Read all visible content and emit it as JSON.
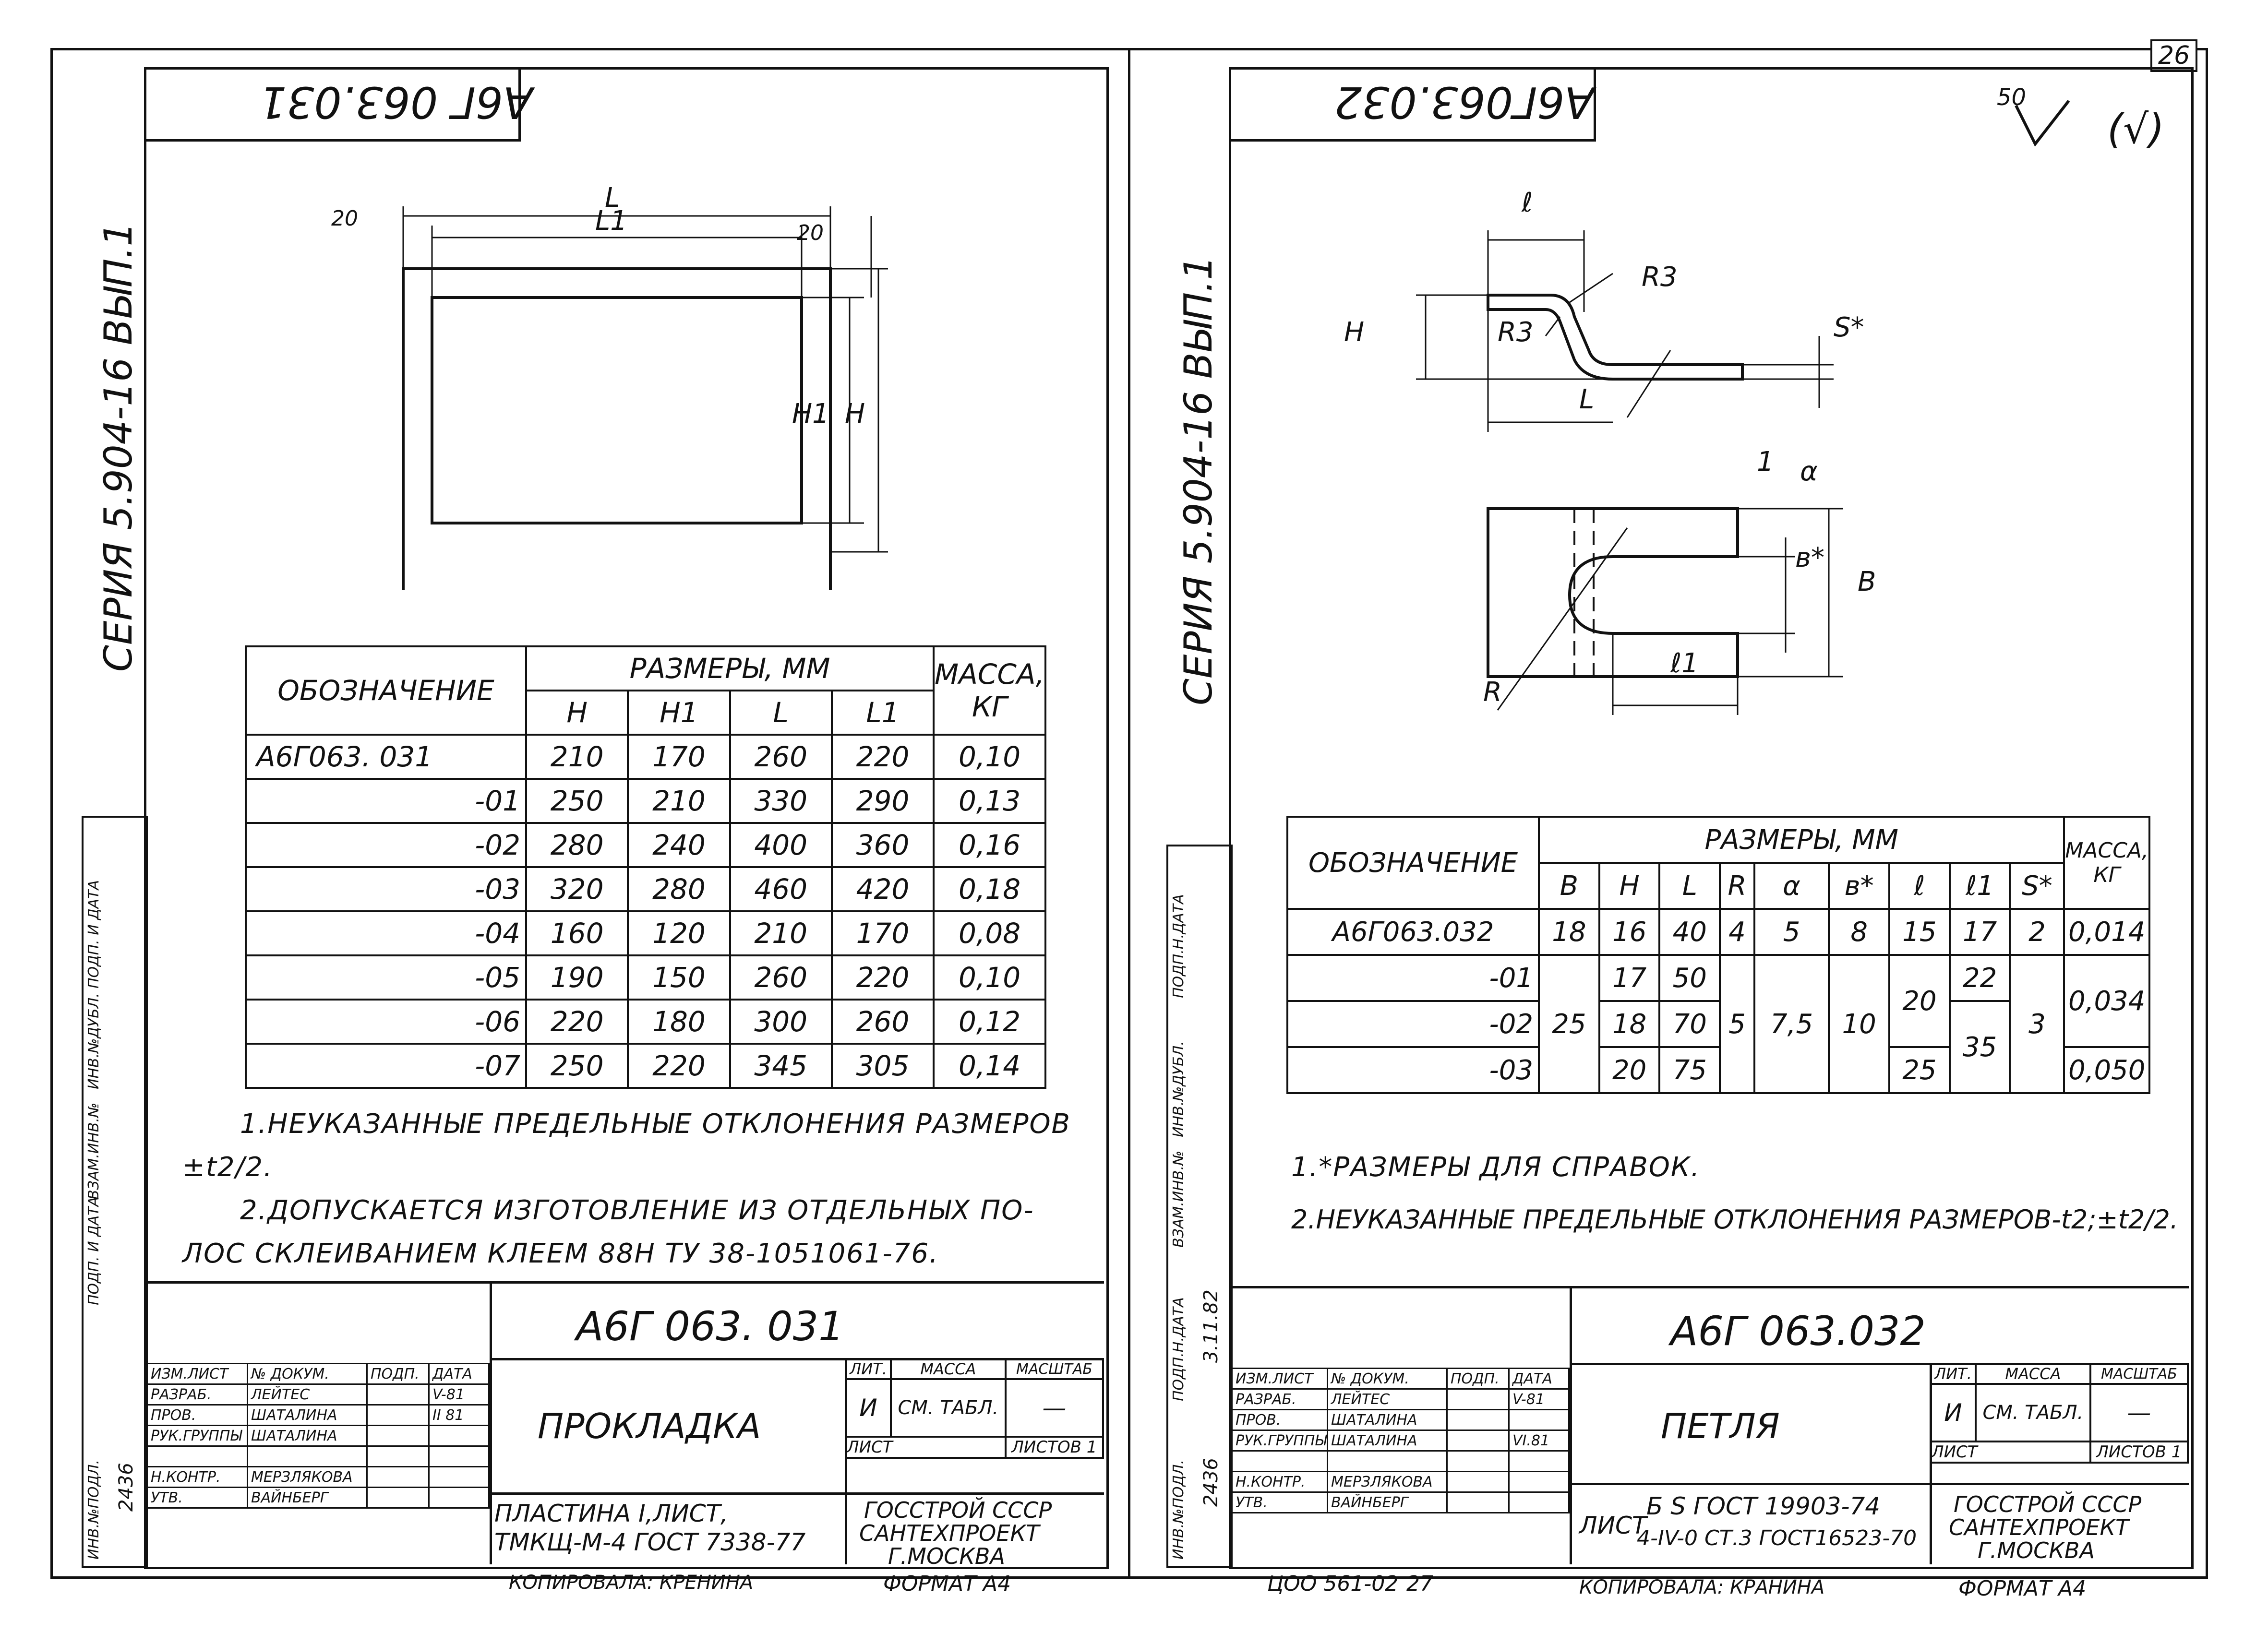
{
  "page_number": "26",
  "scan_credit_left": "КОПИРОВАЛА: КРЕНИНА",
  "scan_credit_right": "КОПИРОВАЛА: КРАНИНА",
  "format_left": "ФОРМАТ А4",
  "format_right": "ФОРМАТ А4",
  "bottom_code_right": "ЦОО 561-02",
  "bottom_num_right": "27",
  "left": {
    "code_flipped": "А6Г 063.031",
    "series": "СЕРИЯ 5.904-16 ВЫП.1",
    "dims": {
      "L": "L",
      "L1": "L1",
      "H": "H",
      "H1": "H1",
      "m20a": "20",
      "m20b": "20"
    },
    "table": {
      "header_designation": "ОБОЗНАЧЕНИЕ",
      "header_dims": "РАЗМЕРЫ, ММ",
      "header_mass": "МАССА, КГ",
      "columns": [
        "H",
        "H1",
        "L",
        "L1"
      ],
      "rows": [
        {
          "id": "А6Г063. 031",
          "v": [
            "210",
            "170",
            "260",
            "220"
          ],
          "m": "0,10"
        },
        {
          "id": "-01",
          "v": [
            "250",
            "210",
            "330",
            "290"
          ],
          "m": "0,13"
        },
        {
          "id": "-02",
          "v": [
            "280",
            "240",
            "400",
            "360"
          ],
          "m": "0,16"
        },
        {
          "id": "-03",
          "v": [
            "320",
            "280",
            "460",
            "420"
          ],
          "m": "0,18"
        },
        {
          "id": "-04",
          "v": [
            "160",
            "120",
            "210",
            "170"
          ],
          "m": "0,08"
        },
        {
          "id": "-05",
          "v": [
            "190",
            "150",
            "260",
            "220"
          ],
          "m": "0,10"
        },
        {
          "id": "-06",
          "v": [
            "220",
            "180",
            "300",
            "260"
          ],
          "m": "0,12"
        },
        {
          "id": "-07",
          "v": [
            "250",
            "220",
            "345",
            "305"
          ],
          "m": "0,14"
        }
      ]
    },
    "note1a": "1.НЕУКАЗАННЫЕ   ПРЕДЕЛЬНЫЕ  ОТКЛОНЕНИЯ  РАЗМЕРОВ",
    "note1b": "±t2/2.",
    "note2a": "2.ДОПУСКАЕТСЯ    ИЗГОТОВЛЕНИЕ  ИЗ  ОТДЕЛЬНЫХ  ПО-",
    "note2b": "ЛОС   СКЛЕИВАНИЕМ    КЛЕЕМ 88Н  ТУ 38-1051061-76.",
    "stamp": {
      "code": "А6Г 063. 031",
      "name": "ПРОКЛАДКА",
      "material1": "ПЛАСТИНА  I,ЛИСТ,",
      "material2": "ТМКЩ-М-4  ГОСТ 7338-77",
      "lit": "ЛИТ.",
      "mass": "МАССА",
      "scale": "МАСШТАБ",
      "lit_val": "И",
      "mass_val": "СМ. ТАБЛ.",
      "scale_val": "—",
      "sheet": "ЛИСТ",
      "sheets": "ЛИСТОВ 1",
      "org1": "ГОССТРОЙ СССР",
      "org2": "САНТЕХПРОЕКТ",
      "org3": "Г.МОСКВА",
      "roles": [
        {
          "role": "ИЗМ.ЛИСТ",
          "name": "№ ДОКУМ.",
          "sig": "ПОДП.",
          "date": "ДАТА"
        },
        {
          "role": "РАЗРАБ.",
          "name": "ЛЕЙТЕС",
          "sig": "",
          "date": "V-81"
        },
        {
          "role": "ПРОВ.",
          "name": "ШАТАЛИНА",
          "sig": "",
          "date": "II 81"
        },
        {
          "role": "РУК.ГРУППЫ",
          "name": "ШАТАЛИНА",
          "sig": "",
          "date": ""
        },
        {
          "role": "",
          "name": "",
          "sig": "",
          "date": ""
        },
        {
          "role": "Н.КОНТР.",
          "name": "МЕРЗЛЯКОВА",
          "sig": "",
          "date": ""
        },
        {
          "role": "УТВ.",
          "name": "ВАЙНБЕРГ",
          "sig": "",
          "date": ""
        }
      ]
    },
    "side_labels": [
      "ИНВ.№ПОДЛ.",
      "ПОДП. И ДАТА",
      "ВЗАМ.ИНВ.№",
      "ИНВ.№ДУБЛ.",
      "ПОДП. И ДАТА"
    ],
    "side_num": "2436"
  },
  "right": {
    "code_flipped": "А6Г063.032",
    "series": "СЕРИЯ 5.904-16 ВЫП.1",
    "roughness": "50",
    "roughness_b": "(√)",
    "dims": {
      "l": "ℓ",
      "R3a": "R3",
      "R3b": "R3",
      "H": "H",
      "L": "L",
      "S": "S*",
      "one": "1",
      "a": "α",
      "b": "в*",
      "B": "В",
      "l1": "ℓ1",
      "R": "R"
    },
    "table": {
      "header_designation": "ОБОЗНАЧЕНИЕ",
      "header_dims": "РАЗМЕРЫ, ММ",
      "header_mass": "МАССА, КГ",
      "columns": [
        "В",
        "H",
        "L",
        "R",
        "α",
        "в*",
        "ℓ",
        "ℓ1",
        "S*"
      ],
      "row0": {
        "id": "А6Г063.032",
        "v": [
          "18",
          "16",
          "40",
          "4",
          "5",
          "8",
          "15",
          "17",
          "2"
        ],
        "m": "0,014"
      },
      "ids": [
        "-01",
        "-02",
        "-03"
      ],
      "B": "25",
      "H": [
        "17",
        "18",
        "20"
      ],
      "L": [
        "50",
        "70",
        "75"
      ],
      "R": "5",
      "a": "7,5",
      "b": "10",
      "l": [
        "20",
        "25"
      ],
      "l1": [
        "22",
        "35"
      ],
      "S": "3",
      "m": [
        "0,034",
        "0,050"
      ]
    },
    "note1": "1.*РАЗМЕРЫ ДЛЯ   СПРАВОК.",
    "note2": "2.НЕУКАЗАННЫЕ     ПРЕДЕЛЬНЫЕ  ОТКЛОНЕНИЯ РАЗМЕРОВ-t2;±t2/2.",
    "stamp": {
      "code": "А6Г 063.032",
      "name": "ПЕТЛЯ",
      "sheet_label": "ЛИСТ",
      "material1": "Б S ГОСТ 19903-74",
      "material2": "4-IV-0 СТ.3 ГОСТ16523-70",
      "lit": "ЛИТ.",
      "mass": "МАССА",
      "scale": "МАСШТАБ",
      "lit_val": "И",
      "mass_val": "СМ. ТАБЛ.",
      "scale_val": "—",
      "sheet": "ЛИСТ",
      "sheets": "ЛИСТОВ 1",
      "org1": "ГОССТРОЙ СССР",
      "org2": "САНТЕХПРОЕКТ",
      "org3": "Г.МОСКВА",
      "roles": [
        {
          "role": "ИЗМ.ЛИСТ",
          "name": "№ ДОКУМ.",
          "sig": "ПОДП.",
          "date": "ДАТА"
        },
        {
          "role": "РАЗРАБ.",
          "name": "ЛЕЙТЕС",
          "sig": "",
          "date": "V-81"
        },
        {
          "role": "ПРОВ.",
          "name": "ШАТАЛИНА",
          "sig": "",
          "date": ""
        },
        {
          "role": "РУК.ГРУППЫ",
          "name": "ШАТАЛИНА",
          "sig": "",
          "date": "VI.81"
        },
        {
          "role": "",
          "name": "",
          "sig": "",
          "date": ""
        },
        {
          "role": "Н.КОНТР.",
          "name": "МЕРЗЛЯКОВА",
          "sig": "",
          "date": ""
        },
        {
          "role": "УТВ.",
          "name": "ВАЙНБЕРГ",
          "sig": "",
          "date": ""
        }
      ]
    },
    "side_labels": [
      "ИНВ.№ПОДЛ.",
      "ПОДП.Н.ДАТА",
      "ВЗАМ.ИНВ.№",
      "ИНВ.№ДУБЛ.",
      "ПОДП.Н.ДАТА"
    ],
    "side_num": "2436",
    "side_date": "3.11.82"
  }
}
